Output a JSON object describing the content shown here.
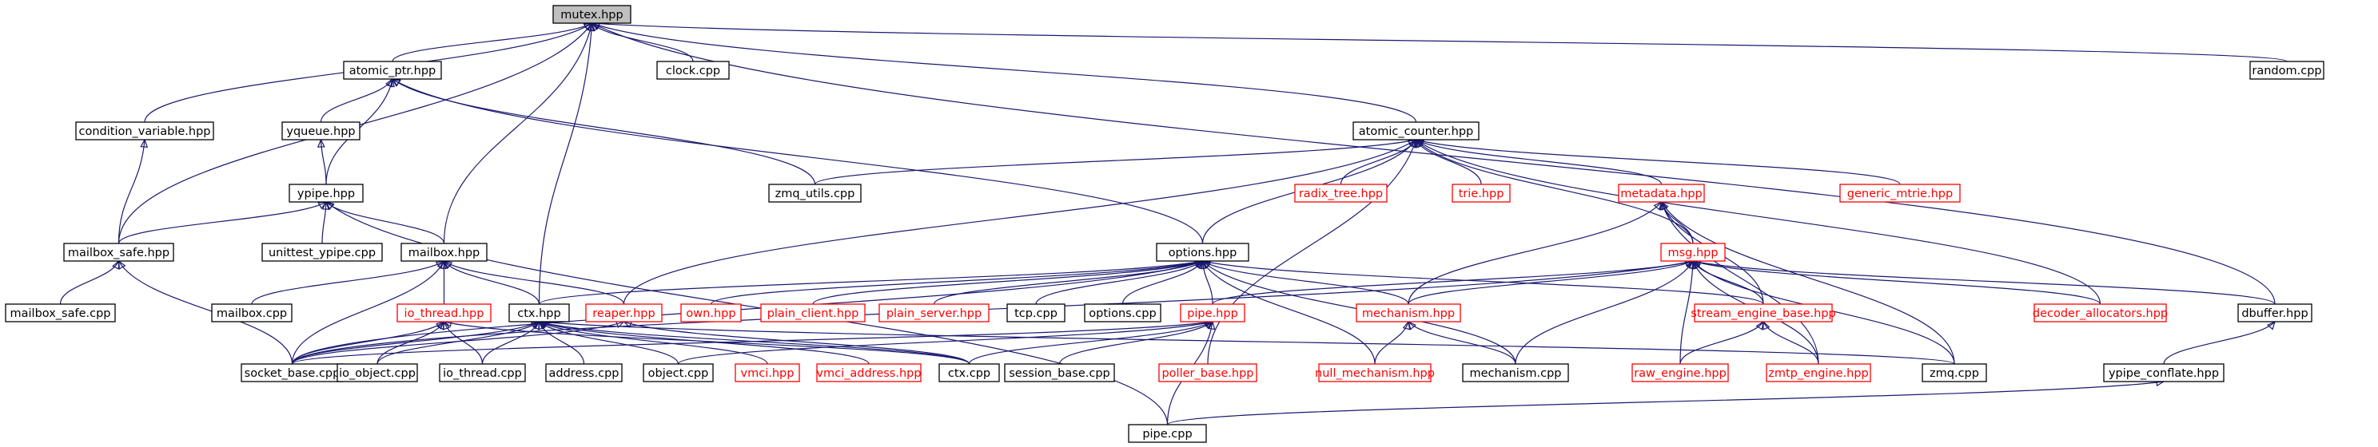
{
  "colors": {
    "edge": "#191970",
    "node_text": "#000000",
    "external_node": "#ff0000",
    "root_fill": "#bfbfbf"
  },
  "nodes": [
    {
      "id": "mutex",
      "label": "mutex.hpp",
      "root": true
    },
    {
      "id": "atomic_ptr",
      "label": "atomic_ptr.hpp"
    },
    {
      "id": "clock",
      "label": "clock.cpp"
    },
    {
      "id": "random",
      "label": "random.cpp"
    },
    {
      "id": "condvar",
      "label": "condition_variable.hpp"
    },
    {
      "id": "yqueue",
      "label": "yqueue.hpp"
    },
    {
      "id": "atomic_counter",
      "label": "atomic_counter.hpp"
    },
    {
      "id": "ypipe",
      "label": "ypipe.hpp"
    },
    {
      "id": "zmq_utils",
      "label": "zmq_utils.cpp"
    },
    {
      "id": "radix_tree",
      "label": "radix_tree.hpp",
      "red": true
    },
    {
      "id": "trie",
      "label": "trie.hpp",
      "red": true
    },
    {
      "id": "metadata",
      "label": "metadata.hpp",
      "red": true
    },
    {
      "id": "generic_mtrie",
      "label": "generic_mtrie.hpp",
      "red": true
    },
    {
      "id": "mailbox_safe",
      "label": "mailbox_safe.hpp"
    },
    {
      "id": "unittest_ypipe",
      "label": "unittest_ypipe.cpp"
    },
    {
      "id": "mailbox",
      "label": "mailbox.hpp"
    },
    {
      "id": "options",
      "label": "options.hpp"
    },
    {
      "id": "msg",
      "label": "msg.hpp",
      "red": true
    },
    {
      "id": "mailbox_safe_cpp",
      "label": "mailbox_safe.cpp"
    },
    {
      "id": "mailbox_cpp",
      "label": "mailbox.cpp"
    },
    {
      "id": "io_thread",
      "label": "io_thread.hpp",
      "red": true
    },
    {
      "id": "ctx",
      "label": "ctx.hpp"
    },
    {
      "id": "reaper",
      "label": "reaper.hpp",
      "red": true
    },
    {
      "id": "own",
      "label": "own.hpp",
      "red": true
    },
    {
      "id": "plain_client",
      "label": "plain_client.hpp",
      "red": true
    },
    {
      "id": "plain_server",
      "label": "plain_server.hpp",
      "red": true
    },
    {
      "id": "tcp",
      "label": "tcp.cpp"
    },
    {
      "id": "options_cpp",
      "label": "options.cpp"
    },
    {
      "id": "pipe",
      "label": "pipe.hpp",
      "red": true
    },
    {
      "id": "mechanism",
      "label": "mechanism.hpp",
      "red": true
    },
    {
      "id": "seb",
      "label": "stream_engine_base.hpp",
      "red": true
    },
    {
      "id": "decoder_alloc",
      "label": "decoder_allocators.hpp",
      "red": true
    },
    {
      "id": "dbuffer",
      "label": "dbuffer.hpp"
    },
    {
      "id": "socket_base",
      "label": "socket_base.cpp"
    },
    {
      "id": "io_object",
      "label": "io_object.cpp"
    },
    {
      "id": "io_thread_cpp",
      "label": "io_thread.cpp"
    },
    {
      "id": "address",
      "label": "address.cpp"
    },
    {
      "id": "object",
      "label": "object.cpp"
    },
    {
      "id": "vmci",
      "label": "vmci.hpp",
      "red": true
    },
    {
      "id": "vmci_address",
      "label": "vmci_address.hpp",
      "red": true
    },
    {
      "id": "ctx_cpp",
      "label": "ctx.cpp"
    },
    {
      "id": "session_base",
      "label": "session_base.cpp"
    },
    {
      "id": "poller_base",
      "label": "poller_base.hpp",
      "red": true
    },
    {
      "id": "null_mechanism",
      "label": "null_mechanism.hpp",
      "red": true
    },
    {
      "id": "mechanism_cpp",
      "label": "mechanism.cpp"
    },
    {
      "id": "raw_engine",
      "label": "raw_engine.hpp",
      "red": true
    },
    {
      "id": "zmtp_engine",
      "label": "zmtp_engine.hpp",
      "red": true
    },
    {
      "id": "zmq_cpp",
      "label": "zmq.cpp"
    },
    {
      "id": "ypipe_conflate",
      "label": "ypipe_conflate.hpp"
    },
    {
      "id": "pipe_cpp",
      "label": "pipe.cpp"
    }
  ],
  "edges": [
    [
      "mutex",
      "atomic_ptr"
    ],
    [
      "mutex",
      "clock"
    ],
    [
      "mutex",
      "random"
    ],
    [
      "mutex",
      "condvar"
    ],
    [
      "mutex",
      "atomic_counter"
    ],
    [
      "mutex",
      "mailbox_safe"
    ],
    [
      "mutex",
      "mailbox"
    ],
    [
      "mutex",
      "ctx"
    ],
    [
      "mutex",
      "dbuffer"
    ],
    [
      "atomic_ptr",
      "yqueue"
    ],
    [
      "atomic_ptr",
      "ypipe"
    ],
    [
      "atomic_ptr",
      "zmq_utils"
    ],
    [
      "atomic_ptr",
      "options"
    ],
    [
      "yqueue",
      "ypipe"
    ],
    [
      "condvar",
      "mailbox_safe"
    ],
    [
      "ypipe",
      "mailbox_safe"
    ],
    [
      "ypipe",
      "unittest_ypipe"
    ],
    [
      "ypipe",
      "mailbox"
    ],
    [
      "ypipe",
      "pipe_cpp"
    ],
    [
      "atomic_counter",
      "zmq_utils"
    ],
    [
      "atomic_counter",
      "radix_tree"
    ],
    [
      "atomic_counter",
      "trie"
    ],
    [
      "atomic_counter",
      "metadata"
    ],
    [
      "atomic_counter",
      "generic_mtrie"
    ],
    [
      "atomic_counter",
      "msg"
    ],
    [
      "atomic_counter",
      "options"
    ],
    [
      "atomic_counter",
      "reaper"
    ],
    [
      "atomic_counter",
      "poller_base"
    ],
    [
      "atomic_counter",
      "decoder_alloc"
    ],
    [
      "metadata",
      "msg"
    ],
    [
      "metadata",
      "mechanism"
    ],
    [
      "metadata",
      "seb"
    ],
    [
      "metadata",
      "zmtp_engine"
    ],
    [
      "metadata",
      "zmq_cpp"
    ],
    [
      "mailbox_safe",
      "mailbox_safe_cpp"
    ],
    [
      "mailbox_safe",
      "socket_base"
    ],
    [
      "mailbox",
      "mailbox_cpp"
    ],
    [
      "mailbox",
      "io_thread"
    ],
    [
      "mailbox",
      "ctx"
    ],
    [
      "mailbox",
      "reaper"
    ],
    [
      "mailbox",
      "socket_base"
    ],
    [
      "options",
      "own"
    ],
    [
      "options",
      "plain_client"
    ],
    [
      "options",
      "plain_server"
    ],
    [
      "options",
      "tcp"
    ],
    [
      "options",
      "options_cpp"
    ],
    [
      "options",
      "pipe"
    ],
    [
      "options",
      "mechanism"
    ],
    [
      "options",
      "seb"
    ],
    [
      "options",
      "null_mechanism"
    ],
    [
      "options",
      "mechanism_cpp"
    ],
    [
      "options",
      "socket_base"
    ],
    [
      "options",
      "ctx"
    ],
    [
      "msg",
      "pipe"
    ],
    [
      "msg",
      "mechanism"
    ],
    [
      "msg",
      "seb"
    ],
    [
      "msg",
      "decoder_alloc"
    ],
    [
      "msg",
      "dbuffer"
    ],
    [
      "msg",
      "raw_engine"
    ],
    [
      "msg",
      "zmtp_engine"
    ],
    [
      "msg",
      "zmq_cpp"
    ],
    [
      "msg",
      "mechanism_cpp"
    ],
    [
      "msg",
      "socket_base"
    ],
    [
      "io_thread",
      "socket_base"
    ],
    [
      "io_thread",
      "io_object"
    ],
    [
      "io_thread",
      "io_thread_cpp"
    ],
    [
      "io_thread",
      "ctx_cpp"
    ],
    [
      "ctx",
      "socket_base"
    ],
    [
      "ctx",
      "io_object"
    ],
    [
      "ctx",
      "io_thread_cpp"
    ],
    [
      "ctx",
      "address"
    ],
    [
      "ctx",
      "object"
    ],
    [
      "ctx",
      "vmci"
    ],
    [
      "ctx",
      "vmci_address"
    ],
    [
      "ctx",
      "ctx_cpp"
    ],
    [
      "ctx",
      "zmq_cpp"
    ],
    [
      "reaper",
      "ctx_cpp"
    ],
    [
      "reaper",
      "socket_base"
    ],
    [
      "pipe",
      "socket_base"
    ],
    [
      "pipe",
      "object"
    ],
    [
      "pipe",
      "ctx_cpp"
    ],
    [
      "pipe",
      "session_base"
    ],
    [
      "pipe",
      "pipe_cpp"
    ],
    [
      "mechanism",
      "null_mechanism"
    ],
    [
      "mechanism",
      "mechanism_cpp"
    ],
    [
      "seb",
      "raw_engine"
    ],
    [
      "seb",
      "zmtp_engine"
    ],
    [
      "dbuffer",
      "ypipe_conflate"
    ],
    [
      "ypipe_conflate",
      "pipe_cpp"
    ]
  ]
}
